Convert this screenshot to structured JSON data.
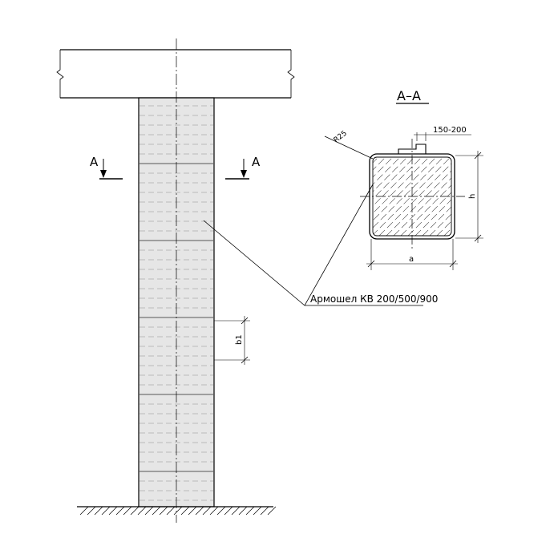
{
  "labels": {
    "section_title": "А–А",
    "cut_mark_left": "А",
    "cut_mark_right": "А",
    "radius": "R25",
    "overlap": "150-200",
    "dim_height": "h",
    "dim_width": "a",
    "dim_step": "b1",
    "material": "Армошел КВ 200/500/900"
  },
  "colors": {
    "line": "#000000",
    "column_fill": "#e6e6e6",
    "wrap_line": "#8c8c8c"
  }
}
